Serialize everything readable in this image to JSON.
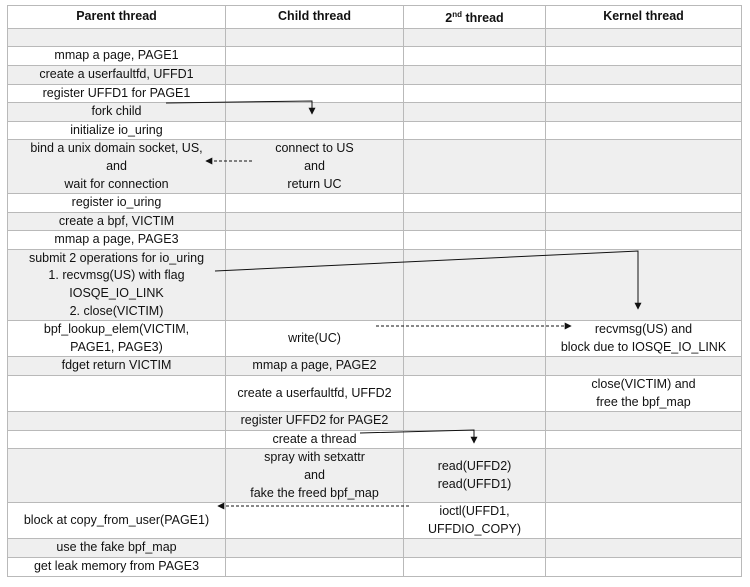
{
  "headers": {
    "parent": "Parent thread",
    "child": "Child thread",
    "second": "2",
    "second_sup": "nd",
    "second_rest": " thread",
    "kernel": "Kernel thread"
  },
  "rows": [
    {
      "parent": [],
      "child": [],
      "second": [],
      "kernel": []
    },
    {
      "parent": [
        "mmap a page, PAGE1"
      ],
      "child": [],
      "second": [],
      "kernel": []
    },
    {
      "parent": [
        "create a userfaultfd, UFFD1"
      ],
      "child": [],
      "second": [],
      "kernel": []
    },
    {
      "parent": [
        "register UFFD1 for PAGE1"
      ],
      "child": [],
      "second": [],
      "kernel": []
    },
    {
      "parent": [
        "fork child"
      ],
      "child": [],
      "second": [],
      "kernel": []
    },
    {
      "parent": [
        "initialize io_uring"
      ],
      "child": [],
      "second": [],
      "kernel": []
    },
    {
      "parent": [
        "bind a unix domain socket, US,",
        "and",
        "wait for connection"
      ],
      "child": [
        "connect to US",
        "and",
        "return UC"
      ],
      "second": [],
      "kernel": []
    },
    {
      "parent": [
        "register io_uring"
      ],
      "child": [],
      "second": [],
      "kernel": []
    },
    {
      "parent": [
        "create a bpf, VICTIM"
      ],
      "child": [],
      "second": [],
      "kernel": []
    },
    {
      "parent": [
        "mmap a page, PAGE3"
      ],
      "child": [],
      "second": [],
      "kernel": []
    },
    {
      "parent": [
        "submit 2 operations for io_uring",
        "1. recvmsg(US) with flag",
        "IOSQE_IO_LINK",
        "2. close(VICTIM)"
      ],
      "child": [],
      "second": [],
      "kernel": []
    },
    {
      "parent": [
        "bpf_lookup_elem(VICTIM,",
        "PAGE1, PAGE3)"
      ],
      "child": [
        "write(UC)"
      ],
      "second": [],
      "kernel": [
        "recvmsg(US) and",
        "block due to IOSQE_IO_LINK"
      ]
    },
    {
      "parent": [
        "fdget return VICTIM"
      ],
      "child": [
        "mmap a page, PAGE2"
      ],
      "second": [],
      "kernel": []
    },
    {
      "parent": [],
      "child": [
        "create a userfaultfd, UFFD2"
      ],
      "second": [],
      "kernel": [
        "close(VICTIM) and",
        "free the bpf_map"
      ]
    },
    {
      "parent": [],
      "child": [
        "register UFFD2 for PAGE2"
      ],
      "second": [],
      "kernel": []
    },
    {
      "parent": [],
      "child": [
        "create a thread"
      ],
      "second": [],
      "kernel": []
    },
    {
      "parent": [],
      "child": [
        "spray with setxattr",
        "and",
        "fake the freed bpf_map"
      ],
      "second": [
        "read(UFFD2)",
        "read(UFFD1)"
      ],
      "kernel": []
    },
    {
      "parent": [
        "block at copy_from_user(PAGE1)"
      ],
      "child": [],
      "second": [
        "ioctl(UFFD1,",
        "UFFDIO_COPY)"
      ],
      "kernel": []
    },
    {
      "parent": [
        "use the fake bpf_map"
      ],
      "child": [],
      "second": [],
      "kernel": []
    },
    {
      "parent": [
        "get leak memory from PAGE3"
      ],
      "child": [],
      "second": [],
      "kernel": []
    }
  ],
  "colors": {
    "grid": "#b9b9b9",
    "shade": "#efefef",
    "text": "#111111"
  }
}
